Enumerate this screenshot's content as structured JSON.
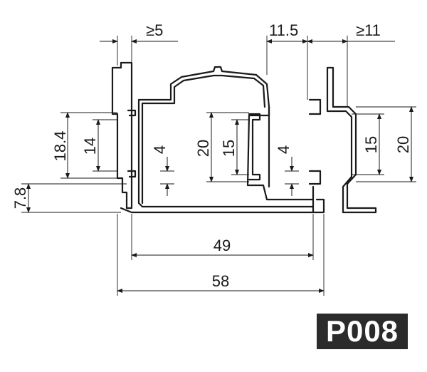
{
  "diagram": {
    "code": "P008",
    "dimensions": {
      "top_left_gap": "≥5",
      "top_mid_width": "11.5",
      "top_right_gap": "≥11",
      "left_outer_height": "18.4",
      "left_inner_height": "14",
      "left_offset": "7.8",
      "left_step": "4",
      "center_outer": "20",
      "center_inner": "15",
      "right_step": "4",
      "right_inner": "15",
      "right_outer": "20",
      "width_inner": "49",
      "width_outer": "58"
    }
  }
}
